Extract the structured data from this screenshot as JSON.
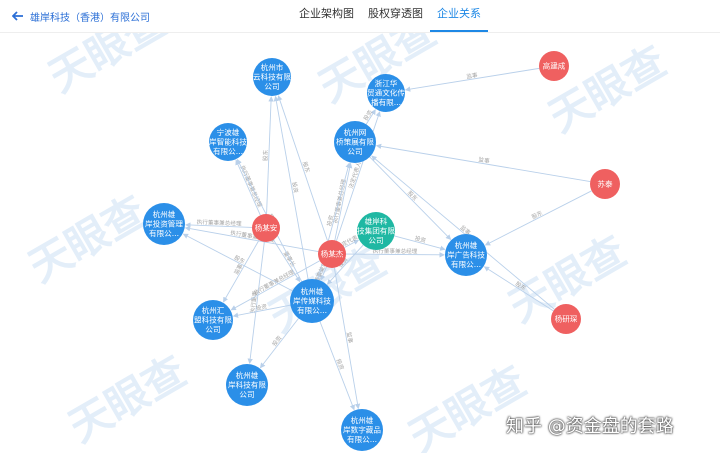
{
  "header": {
    "company_name": "雄岸科技（香港）有限公司",
    "tabs": [
      {
        "label": "企业架构图",
        "active": false
      },
      {
        "label": "股权穿透图",
        "active": false
      },
      {
        "label": "企业关系",
        "active": true
      }
    ]
  },
  "watermark": {
    "text": "天眼查"
  },
  "footer": {
    "zhihu_watermark": "知乎 @资金盘的套路"
  },
  "colors": {
    "company": "#2b8fe8",
    "person": "#ef6060",
    "group": "#1fb8a3",
    "edge": "#b9d0ea",
    "accent": "#1e88e5"
  },
  "nodes": [
    {
      "id": "n1",
      "type": "company",
      "lines": [
        "杭州市",
        "云科技有限",
        "公司"
      ]
    },
    {
      "id": "n2",
      "type": "company",
      "lines": [
        "浙江华",
        "贸通文化传",
        "播有限..."
      ]
    },
    {
      "id": "n3",
      "type": "company",
      "lines": [
        "宁波雄",
        "岸智能科技",
        "有限公..."
      ]
    },
    {
      "id": "n4",
      "type": "company",
      "lines": [
        "杭州网",
        "桥策展有限",
        "公司"
      ]
    },
    {
      "id": "n5",
      "type": "company",
      "lines": [
        "杭州雄",
        "岸投资管理",
        "有限公..."
      ]
    },
    {
      "id": "n6",
      "type": "person",
      "lines": [
        "杨某安"
      ]
    },
    {
      "id": "n7",
      "type": "group",
      "lines": [
        "雄岸科",
        "技集团有限",
        "公司"
      ]
    },
    {
      "id": "n8",
      "type": "person",
      "lines": [
        "杨某杰"
      ]
    },
    {
      "id": "n9",
      "type": "company",
      "lines": [
        "杭州雄",
        "岸广告科技",
        "有限公..."
      ]
    },
    {
      "id": "n10",
      "type": "company",
      "lines": [
        "杭州雄",
        "岸传媒科技",
        "有限公..."
      ]
    },
    {
      "id": "n11",
      "type": "company",
      "lines": [
        "杭州汇",
        "盟科技有限",
        "公司"
      ]
    },
    {
      "id": "n12",
      "type": "company",
      "lines": [
        "杭州雄",
        "岸科技有限",
        "公司"
      ]
    },
    {
      "id": "n13",
      "type": "company",
      "lines": [
        "杭州雄",
        "岸数字藏品",
        "有限公..."
      ]
    },
    {
      "id": "n14",
      "type": "person",
      "lines": [
        "高建成"
      ]
    },
    {
      "id": "n15",
      "type": "person",
      "lines": [
        "苏泰"
      ]
    },
    {
      "id": "n16",
      "type": "person",
      "lines": [
        "杨研琛"
      ]
    }
  ],
  "edges": [
    {
      "from": "n6",
      "to": "n1",
      "label": "股东"
    },
    {
      "from": "n6",
      "to": "n3",
      "label": "执行董事兼总经理"
    },
    {
      "from": "n6",
      "to": "n5",
      "label": "执行董事兼总经理"
    },
    {
      "from": "n6",
      "to": "n11",
      "label": "监事"
    },
    {
      "from": "n6",
      "to": "n12",
      "label": "执行董事"
    },
    {
      "from": "n6",
      "to": "n10",
      "label": "董事长"
    },
    {
      "from": "n8",
      "to": "n1",
      "label": "股东"
    },
    {
      "from": "n8",
      "to": "n4",
      "label": "执行董事兼总经理"
    },
    {
      "from": "n8",
      "to": "n2",
      "label": "法定代表人"
    },
    {
      "from": "n8",
      "to": "n9",
      "label": "执行董事兼总经理"
    },
    {
      "from": "n8",
      "to": "n7",
      "label": "法定代表人"
    },
    {
      "from": "n8",
      "to": "n10",
      "label": "执行董事兼总经理"
    },
    {
      "from": "n8",
      "to": "n13",
      "label": "监事"
    },
    {
      "from": "n8",
      "to": "n11",
      "label": "执行董事兼总经理"
    },
    {
      "from": "n8",
      "to": "n5",
      "label": "执行董事兼总经理"
    },
    {
      "from": "n10",
      "to": "n12",
      "label": "投资"
    },
    {
      "from": "n10",
      "to": "n11",
      "label": "投资"
    },
    {
      "from": "n10",
      "to": "n13",
      "label": "投资"
    },
    {
      "from": "n10",
      "to": "n5",
      "label": "股东"
    },
    {
      "from": "n10",
      "to": "n1",
      "label": "投资"
    },
    {
      "from": "n10",
      "to": "n3",
      "label": "投资"
    },
    {
      "from": "n10",
      "to": "n4",
      "label": "投资"
    },
    {
      "from": "n7",
      "to": "n10",
      "label": "投资"
    },
    {
      "from": "n7",
      "to": "n9",
      "label": "投资"
    },
    {
      "from": "n4",
      "to": "n9",
      "label": "股东"
    },
    {
      "from": "n4",
      "to": "n2",
      "label": "投资"
    },
    {
      "from": "n14",
      "to": "n2",
      "label": "监事"
    },
    {
      "from": "n15",
      "to": "n4",
      "label": "监事"
    },
    {
      "from": "n15",
      "to": "n9",
      "label": "股东"
    },
    {
      "from": "n16",
      "to": "n9",
      "label": "股东"
    },
    {
      "from": "n16",
      "to": "n4",
      "label": "监事"
    }
  ]
}
